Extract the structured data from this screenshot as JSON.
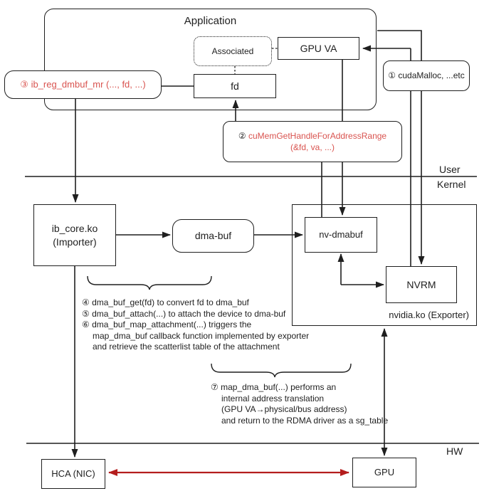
{
  "colors": {
    "line": "#1f1f1f",
    "red_text": "#d9534f",
    "red_arrow": "#b41d1d"
  },
  "user_space": {
    "application_title": "Application",
    "associated": "Associated",
    "gpu_va": "GPU VA",
    "fd": "fd",
    "step3": "③ ib_reg_dmbuf_mr (..., fd, ...)",
    "step1": "① cudaMalloc, ...etc",
    "step2_num": "②",
    "step2_name": "cuMemGetHandleForAddressRange",
    "step2_args": "(&fd, va, ...)"
  },
  "dividers": {
    "user": "User",
    "kernel": "Kernel",
    "hw": "HW"
  },
  "kernel_space": {
    "ib_core_name": "ib_core.ko",
    "ib_core_role": "(Importer)",
    "dma_buf": "dma-buf",
    "nv_dmabuf": "nv-dmabuf",
    "nvrm": "NVRM",
    "nvidia_ko": "nvidia.ko (Exporter)",
    "notes_456": [
      "④ dma_buf_get(fd) to convert fd to dma_buf",
      "⑤ dma_buf_attach(...) to attach the device to dma-buf",
      "⑥ dma_buf_map_attachment(...) triggers the",
      "map_dma_buf callback function implemented by exporter",
      "and retrieve the scatterlist table of the attachment"
    ],
    "notes_7": [
      "⑦ map_dma_buf(...) performs an",
      "internal address translation",
      "(GPU VA→physical/bus address)",
      "and return to the RDMA driver as a sg_table"
    ]
  },
  "hw_layer": {
    "hca": "HCA (NIC)",
    "gpu": "GPU"
  }
}
